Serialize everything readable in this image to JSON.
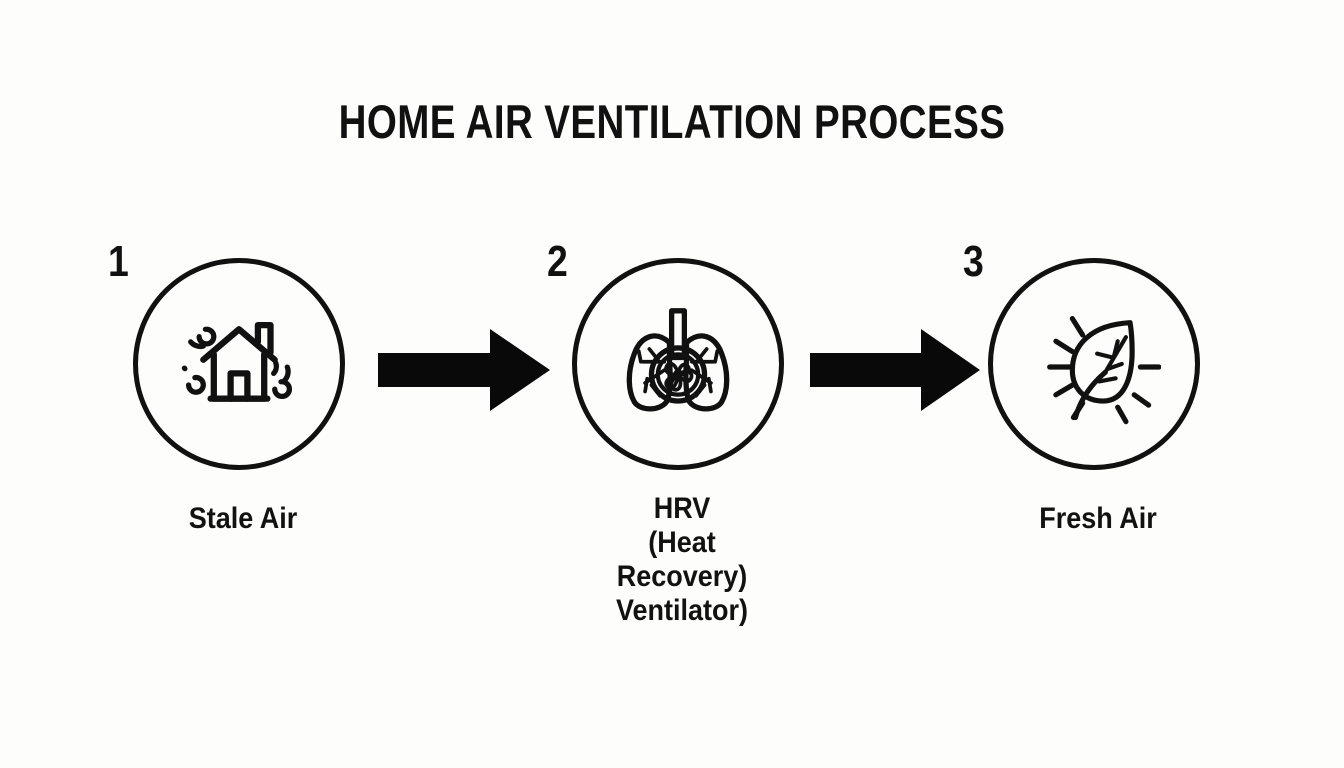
{
  "diagram": {
    "title": "HOME AIR VENTILATION PROCESS",
    "background_color": "#fdfdfc",
    "ink_color": "#111111",
    "steps": [
      {
        "number": "1",
        "icon": "house-wind-icon",
        "label_lines": [
          "Stale Air"
        ]
      },
      {
        "number": "2",
        "icon": "lungs-fan-icon",
        "label_lines": [
          "HRV",
          "(Heat Recovery)",
          "Ventilator)"
        ]
      },
      {
        "number": "3",
        "icon": "leaf-shine-icon",
        "label_lines": [
          "Fresh Air"
        ]
      }
    ],
    "connectors": [
      {
        "name": "arrow-right-1"
      },
      {
        "name": "arrow-right-2"
      }
    ]
  }
}
